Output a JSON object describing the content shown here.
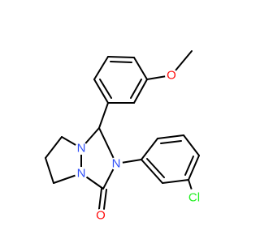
{
  "atoms": {
    "o_methoxy": {
      "label": "O",
      "color": "#ff0d0d"
    },
    "n1": {
      "label": "N",
      "color": "#3050f8"
    },
    "n2": {
      "label": "N",
      "color": "#3050f8"
    },
    "n3": {
      "label": "N",
      "color": "#3050f8"
    },
    "cl": {
      "label": "Cl",
      "color": "#1ff01f"
    },
    "o_carbonyl": {
      "label": "O",
      "color": "#ff0d0d"
    }
  },
  "bond_color": "#000000"
}
